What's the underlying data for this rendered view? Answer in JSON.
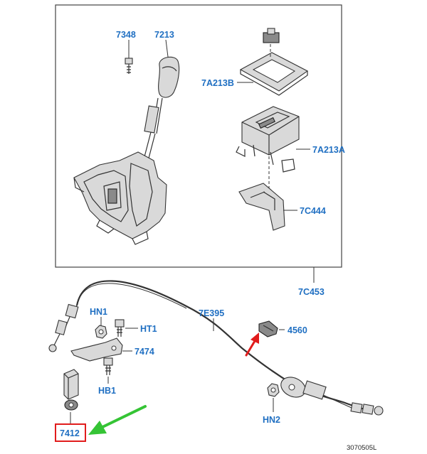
{
  "diagram": {
    "callouts": {
      "c7348": "7348",
      "c7213": "7213",
      "c7A213B": "7A213B",
      "c7A213A": "7A213A",
      "c7C444": "7C444",
      "c7C453": "7C453",
      "c7E395": "7E395",
      "c4560": "4560",
      "cHN1": "HN1",
      "cHT1": "HT1",
      "c7474": "7474",
      "cHB1": "HB1",
      "cHN2": "HN2",
      "c7412": "7412"
    },
    "reference": "3070505L",
    "colors": {
      "label": "#1f6fc2",
      "highlight_box": "#e11c1c",
      "green_arrow": "#35c435",
      "red_arrow": "#e11c1c"
    }
  }
}
